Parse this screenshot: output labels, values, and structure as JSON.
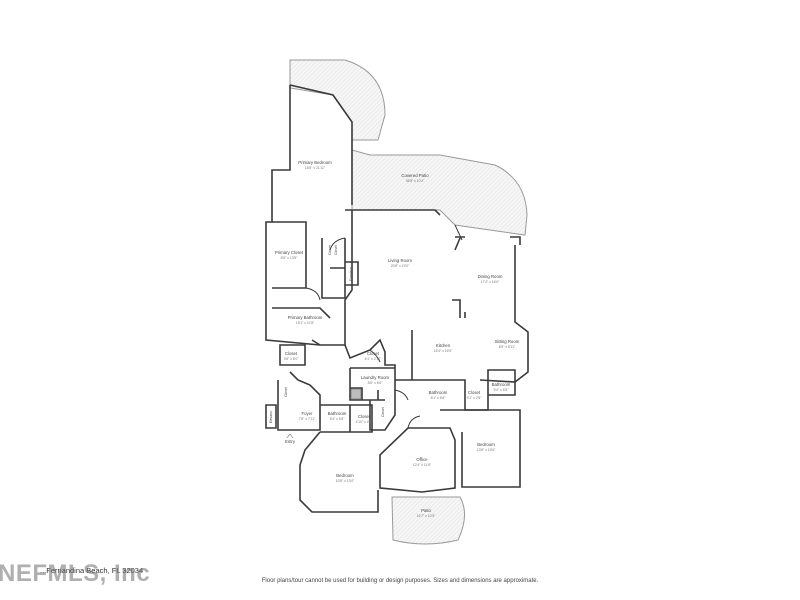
{
  "watermark": "NEFMLS, Inc",
  "address": "...Fernandina Beach, FL 32034",
  "footer_note": "Floor plans/tour cannot be used for building or design purposes. Sizes and dimensions are approximate.",
  "rooms": {
    "primary_bedroom": {
      "name": "Primary Bedroom",
      "dims": "16'8\" x 21'11\""
    },
    "covered_patio": {
      "name": "Covered Patio",
      "dims": "36'8\" x 10'4\""
    },
    "primary_closet": {
      "name": "Primary Closet",
      "dims": "8'5\" x 13'5\""
    },
    "living_room": {
      "name": "Living Room",
      "dims": "20'8\" x 19'0\""
    },
    "dining_room": {
      "name": "Dining Room",
      "dims": "17'4\" x 16'0\""
    },
    "primary_bathroom": {
      "name": "Primary Bathroom",
      "dims": "15'1\" x 11'8\""
    },
    "kitchen": {
      "name": "Kitchen",
      "dims": "16'4\" x 16'5\""
    },
    "sitting_room": {
      "name": "Sitting Room",
      "dims": "8'6\" x 8'11\""
    },
    "closet_a": {
      "name": "Closet",
      "dims": "3'8\" x 6'0\""
    },
    "closet_b": {
      "name": "Closet",
      "dims": "6'1\" x 2'10\""
    },
    "laundry_room": {
      "name": "Laundry Room",
      "dims": "8'6\" x 6'6\""
    },
    "bathroom_a": {
      "name": "Bathroom",
      "dims": "8'1\" x 6'8\""
    },
    "closet_c": {
      "name": "Closet",
      "dims": "3'1\" x 2'8\""
    },
    "bathroom_b": {
      "name": "Bathroom",
      "dims": "5'4\" x 6'8\""
    },
    "foyer": {
      "name": "Foyer",
      "dims": "7'8\" x 7'11\""
    },
    "bathroom_c": {
      "name": "Bathroom",
      "dims": "5'4\" x 5'8\""
    },
    "closet_d": {
      "name": "Closet",
      "dims": "4'10\" x 4'6\""
    },
    "office": {
      "name": "Office",
      "dims": "12'4\" x 11'8\""
    },
    "bedroom_a": {
      "name": "Bedroom",
      "dims": "10'8\" x 13'0\""
    },
    "bedroom_b": {
      "name": "Bedroom",
      "dims": "13'8\" x 15'6\""
    },
    "patio": {
      "name": "Patio",
      "dims": "14'7\" x 10'5\""
    },
    "entry": {
      "name": "Entry"
    }
  },
  "vertical_labels": {
    "closet_v1": "Closet",
    "closet_v2": "Closet",
    "fireplace": "Fireplace",
    "closet_v3": "Closet",
    "closet_v4": "Closet",
    "elevator": "Elevator"
  }
}
